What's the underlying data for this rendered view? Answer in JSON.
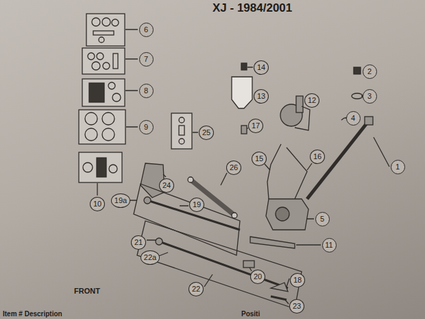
{
  "diagram": {
    "title": "XJ - 1984/2001",
    "nodes": [
      {
        "text": [
          "6"
        ]
      },
      {
        "text": [
          "7"
        ]
      },
      {
        "text": [
          "8"
        ]
      },
      {
        "text": [
          "14"
        ]
      },
      {
        "text": [
          "2"
        ]
      },
      {
        "text": [
          "13"
        ]
      },
      {
        "text": [
          "3"
        ]
      },
      {
        "text": [
          "12"
        ]
      },
      {
        "text": [
          "4"
        ]
      },
      {
        "text": [
          "9"
        ]
      },
      {
        "text": [
          "17"
        ]
      },
      {
        "text": [
          "25"
        ]
      },
      {
        "text": [
          "16"
        ]
      },
      {
        "text": [
          "15"
        ]
      },
      {
        "text": [
          "1"
        ]
      },
      {
        "text": [
          "26"
        ]
      },
      {
        "text": [
          "24"
        ]
      },
      {
        "text": [
          "19a"
        ]
      },
      {
        "text": [
          "10"
        ]
      },
      {
        "text": [
          "19"
        ]
      },
      {
        "text": [
          "5"
        ]
      },
      {
        "text": [
          "21"
        ]
      },
      {
        "text": [
          "11"
        ]
      },
      {
        "text": [
          "22a"
        ]
      },
      {
        "text": [
          "20"
        ]
      },
      {
        "text": [
          "18"
        ]
      },
      {
        "text": [
          "22"
        ]
      },
      {
        "text": [
          "23"
        ]
      }
    ],
    "labels": [
      "FRONT",
      "Item # Description",
      "Positi"
    ]
  }
}
